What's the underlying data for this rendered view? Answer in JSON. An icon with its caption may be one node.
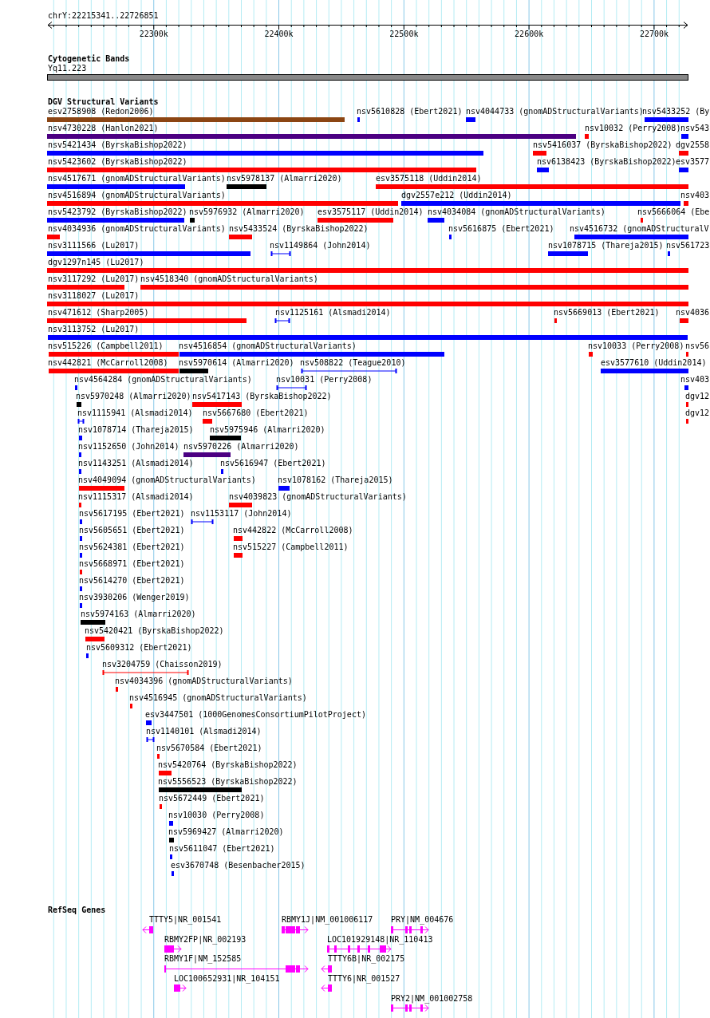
{
  "diagram": {
    "labels": [
      "chrY:22215341..22726851",
      "22300k",
      "22400k",
      "22500k",
      "22600k",
      "22700k",
      "Cytogenetic Bands",
      "Yq11.223",
      "DGV Structural Variants",
      "esv2758908 (Redon2006)",
      "nsv5610828 (Ebert2021)",
      "nsv4044733 (gnomADStructuralVariants)",
      "nsv5433252 (By",
      "nsv4730228 (Hanlon2021)",
      "nsv10032 (Perry2008)",
      "nsv543",
      "nsv5421434 (ByrskaBishop2022)",
      "nsv5416037 (ByrskaBishop2022)",
      "dgv2558",
      "nsv5423602 (ByrskaBishop2022)",
      "nsv6138423 (ByrskaBishop2022)",
      "esv3577",
      "nsv4517671 (gnomADStructuralVariants)",
      "nsv5978137 (Almarri2020)",
      "esv3575118 (Uddin2014)",
      "nsv4516894 (gnomADStructuralVariants)",
      "dgv2557e212 (Uddin2014)",
      "nsv403",
      "nsv5423792 (ByrskaBishop2022)",
      "nsv5976932 (Almarri2020)",
      "esv3575117 (Uddin2014)",
      "nsv4034084 (gnomADStructuralVariants)",
      "nsv5666064 (Ebe",
      "nsv4034936 (gnomADStructuralVariants)",
      "nsv5433524 (ByrskaBishop2022)",
      "nsv5616875 (Ebert2021)",
      "nsv4516732 (gnomADStructuralV",
      "nsv3111566 (Lu2017)",
      "nsv1149864 (John2014)",
      "nsv1078715 (Thareja2015)",
      "nsv561723",
      "dgv1297n145 (Lu2017)",
      "nsv3117292 (Lu2017)",
      "nsv4518340 (gnomADStructuralVariants)",
      "nsv3118027 (Lu2017)",
      "nsv471612 (Sharp2005)",
      "nsv1125161 (Alsmadi2014)",
      "nsv5669013 (Ebert2021)",
      "nsv4036",
      "nsv3113752 (Lu2017)",
      "nsv515226 (Campbell2011)",
      "nsv4516854 (gnomADStructuralVariants)",
      "nsv10033 (Perry2008)",
      "nsv56",
      "nsv442821 (McCarroll2008)",
      "nsv5970614 (Almarri2020)",
      "nsv508822 (Teague2010)",
      "esv3577610 (Uddin2014)",
      "nsv4564284 (gnomADStructuralVariants)",
      "nsv10031 (Perry2008)",
      "nsv403",
      "nsv5970248 (Almarri2020)",
      "nsv5417143 (ByrskaBishop2022)",
      "dgv12",
      "nsv1115941 (Alsmadi2014)",
      "nsv5667680 (Ebert2021)",
      "dgv12",
      "nsv1078714 (Thareja2015)",
      "nsv5975946 (Almarri2020)",
      "nsv1152650 (John2014)",
      "nsv5970226 (Almarri2020)",
      "nsv1143251 (Alsmadi2014)",
      "nsv5616947 (Ebert2021)",
      "nsv4049094 (gnomADStructuralVariants)",
      "nsv1078162 (Thareja2015)",
      "nsv1115317 (Alsmadi2014)",
      "nsv4039823 (gnomADStructuralVariants)",
      "nsv5617195 (Ebert2021)",
      "nsv1153117 (John2014)",
      "nsv5605651 (Ebert2021)",
      "nsv442822 (McCarroll2008)",
      "nsv5624381 (Ebert2021)",
      "nsv515227 (Campbell2011)",
      "nsv5668971 (Ebert2021)",
      "nsv5614270 (Ebert2021)",
      "nsv3930206 (Wenger2019)",
      "nsv5974163 (Almarri2020)",
      "nsv5420421 (ByrskaBishop2022)",
      "nsv5609312 (Ebert2021)",
      "nsv3204759 (Chaisson2019)",
      "nsv4034396 (gnomADStructuralVariants)",
      "nsv4516945 (gnomADStructuralVariants)",
      "esv3447501 (1000GenomesConsortiumPilotProject)",
      "nsv1140101 (Alsmadi2014)",
      "nsv5670584 (Ebert2021)",
      "nsv5420764 (ByrskaBishop2022)",
      "nsv5556523 (ByrskaBishop2022)",
      "nsv5672449 (Ebert2021)",
      "nsv10030 (Perry2008)",
      "nsv5969427 (Almarri2020)",
      "nsv5611047 (Ebert2021)",
      "esv3670748 (Besenbacher2015)",
      "RefSeq Genes",
      "TTTY5|NR_001541",
      "RBMY1J|NM_001006117",
      "PRY|NM_004676",
      "RBMY2FP|NR_002193",
      "LOC101929148|NR_110413",
      "RBMY1F|NM_152585",
      "TTTY6B|NR_002175",
      "LOC100652931|NR_104151",
      "TTTY6|NR_001527",
      "PRY2|NM_001002758"
    ]
  }
}
